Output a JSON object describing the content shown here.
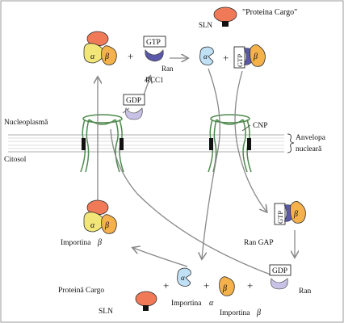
{
  "labels": {
    "cargo_title": "\"Proteina Cargo\"",
    "sln_top": "SLN",
    "gtp_top_left": "GTP",
    "ran_top": "Ran",
    "rcc1": "RCC1",
    "gdp_top": "GDP",
    "gtp_top_right": "GTP",
    "nucleoplasm": "Nucleoplasmă",
    "cnp": "CNP",
    "envelope_line1": "Anvelopa",
    "envelope_line2": "nucleară",
    "cytosol": "Citosol",
    "gtp_mid_right": "GTP",
    "ran_gap": "Ran GAP",
    "importina_beta_left": "Importina",
    "gdp_bottom": "GDP",
    "ran_bottom": "Ran",
    "cargo_bottom": "Proteină Cargo",
    "sln_bottom": "SLN",
    "importina_alpha_bottom": "Importina",
    "importina_beta_bottom": "Importina"
  },
  "greek": {
    "alpha": "α",
    "beta": "β"
  },
  "symbols": {
    "plus": "+"
  },
  "colors": {
    "cargo": "#f07a58",
    "importin_alpha": "#f2e679",
    "importin_alpha_free": "#bfe0f5",
    "importin_beta": "#f5b24a",
    "ran": "#5a58a8",
    "ran_gdp": "#c7c2e6",
    "nls": "#111111",
    "envelope": "#bdbdbd",
    "pore": "#6fa36f",
    "arrow": "#888888"
  }
}
